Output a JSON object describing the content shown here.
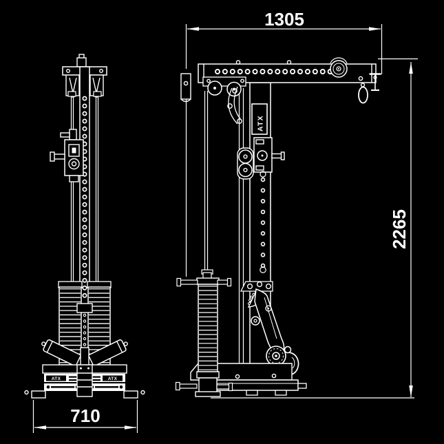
{
  "canvas": {
    "background": "#000000",
    "stroke": "#ffffff",
    "ground_line_color": "#d9d9d9"
  },
  "dimension_labels": {
    "top_width": "1305",
    "total_height": "2265",
    "base_width": "710"
  },
  "logos": {
    "front_base_left": "ATX",
    "front_base_right": "ATX",
    "side_column": "ATX"
  }
}
